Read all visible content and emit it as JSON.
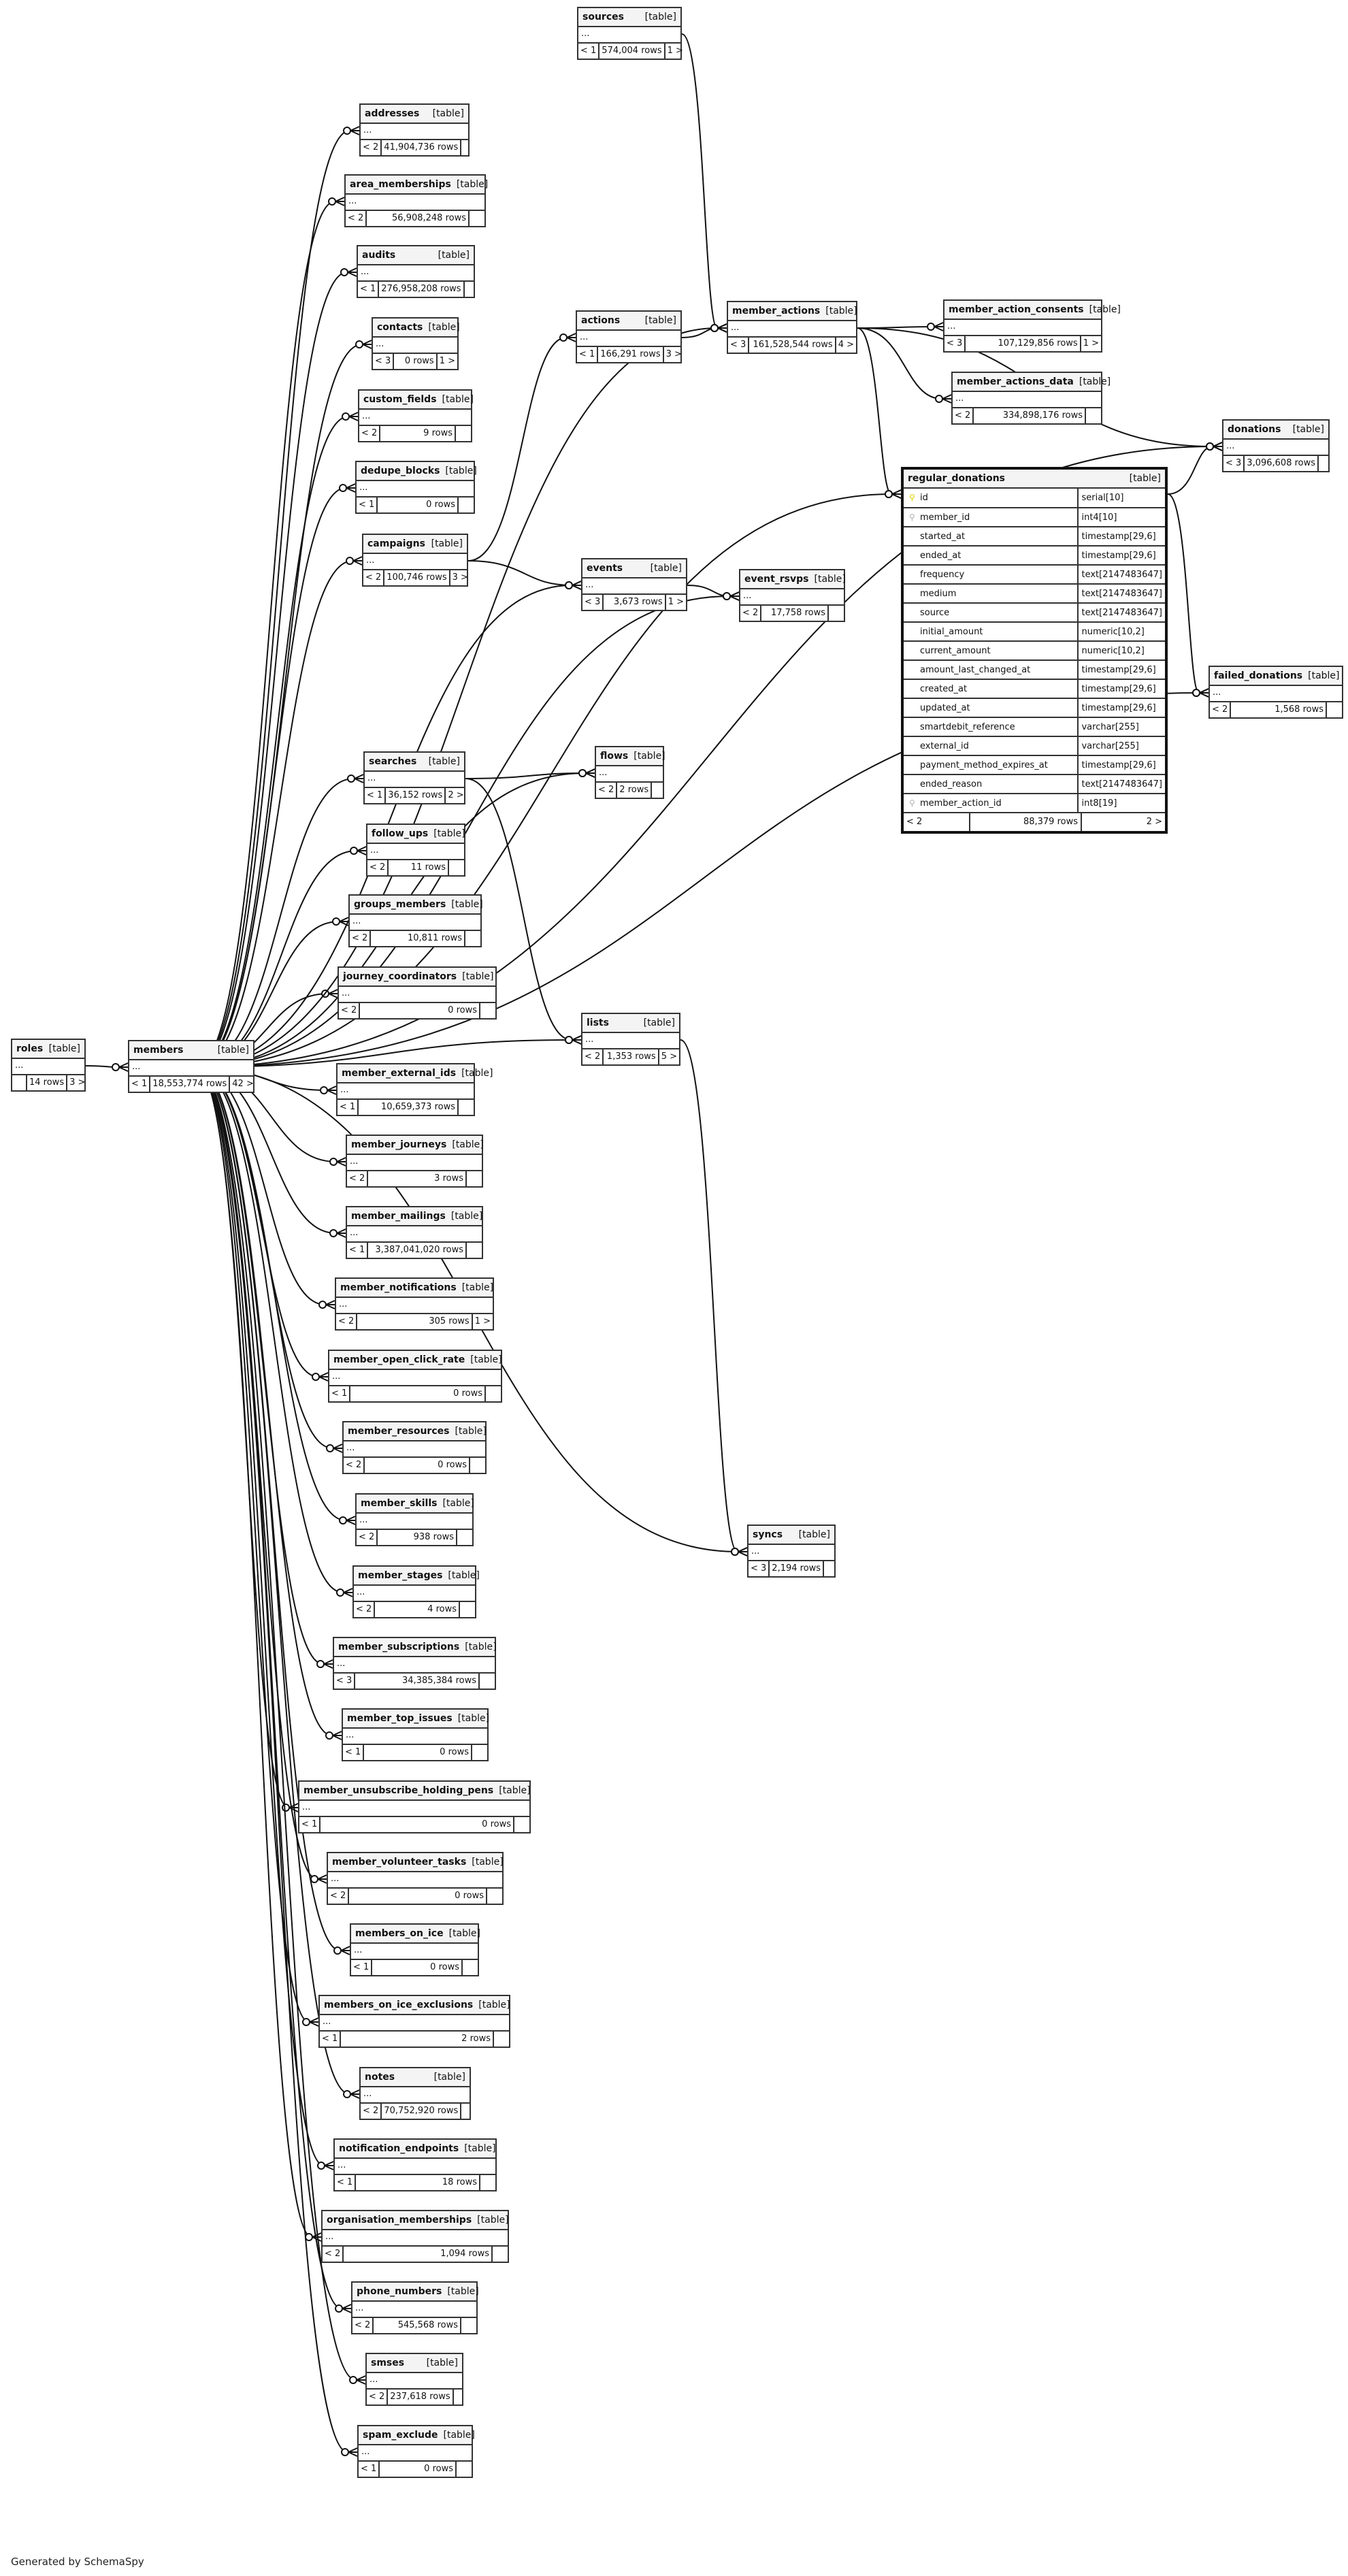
{
  "diagram": {
    "footer": "Generated by SchemaSpy",
    "kind_label": "[table]",
    "ellipsis": "...",
    "tables": [
      {
        "id": "sources",
        "name": "sources",
        "parents": "< 1",
        "rows": "574,004 rows",
        "children": "1 >"
      },
      {
        "id": "addresses",
        "name": "addresses",
        "parents": "< 2",
        "rows": "41,904,736 rows",
        "children": ""
      },
      {
        "id": "area_memberships",
        "name": "area_memberships",
        "parents": "< 2",
        "rows": "56,908,248 rows",
        "children": ""
      },
      {
        "id": "audits",
        "name": "audits",
        "parents": "< 1",
        "rows": "276,958,208 rows",
        "children": ""
      },
      {
        "id": "contacts",
        "name": "contacts",
        "parents": "< 3",
        "rows": "0 rows",
        "children": "1 >"
      },
      {
        "id": "custom_fields",
        "name": "custom_fields",
        "parents": "< 2",
        "rows": "9 rows",
        "children": ""
      },
      {
        "id": "dedupe_blocks",
        "name": "dedupe_blocks",
        "parents": "< 1",
        "rows": "0 rows",
        "children": ""
      },
      {
        "id": "campaigns",
        "name": "campaigns",
        "parents": "< 2",
        "rows": "100,746 rows",
        "children": "3 >"
      },
      {
        "id": "actions",
        "name": "actions",
        "parents": "< 1",
        "rows": "166,291 rows",
        "children": "3 >"
      },
      {
        "id": "member_actions",
        "name": "member_actions",
        "parents": "< 3",
        "rows": "161,528,544 rows",
        "children": "4 >"
      },
      {
        "id": "member_action_consents",
        "name": "member_action_consents",
        "parents": "< 3",
        "rows": "107,129,856 rows",
        "children": "1 >"
      },
      {
        "id": "member_actions_data",
        "name": "member_actions_data",
        "parents": "< 2",
        "rows": "334,898,176 rows",
        "children": ""
      },
      {
        "id": "donations",
        "name": "donations",
        "parents": "< 3",
        "rows": "3,096,608 rows",
        "children": ""
      },
      {
        "id": "events",
        "name": "events",
        "parents": "< 3",
        "rows": "3,673 rows",
        "children": "1 >"
      },
      {
        "id": "event_rsvps",
        "name": "event_rsvps",
        "parents": "< 2",
        "rows": "17,758 rows",
        "children": ""
      },
      {
        "id": "failed_donations",
        "name": "failed_donations",
        "parents": "< 2",
        "rows": "1,568 rows",
        "children": ""
      },
      {
        "id": "searches",
        "name": "searches",
        "parents": "< 1",
        "rows": "36,152 rows",
        "children": "2 >"
      },
      {
        "id": "flows",
        "name": "flows",
        "parents": "< 2",
        "rows": "2 rows",
        "children": ""
      },
      {
        "id": "follow_ups",
        "name": "follow_ups",
        "parents": "< 2",
        "rows": "11 rows",
        "children": ""
      },
      {
        "id": "groups_members",
        "name": "groups_members",
        "parents": "< 2",
        "rows": "10,811 rows",
        "children": ""
      },
      {
        "id": "journey_coordinators",
        "name": "journey_coordinators",
        "parents": "< 2",
        "rows": "0 rows",
        "children": ""
      },
      {
        "id": "roles",
        "name": "roles",
        "parents": "",
        "rows": "14 rows",
        "children": "3 >"
      },
      {
        "id": "members",
        "name": "members",
        "parents": "< 1",
        "rows": "18,553,774 rows",
        "children": "42 >"
      },
      {
        "id": "lists",
        "name": "lists",
        "parents": "< 2",
        "rows": "1,353 rows",
        "children": "5 >"
      },
      {
        "id": "member_external_ids",
        "name": "member_external_ids",
        "parents": "< 1",
        "rows": "10,659,373 rows",
        "children": ""
      },
      {
        "id": "member_journeys",
        "name": "member_journeys",
        "parents": "< 2",
        "rows": "3 rows",
        "children": ""
      },
      {
        "id": "member_mailings",
        "name": "member_mailings",
        "parents": "< 1",
        "rows": "3,387,041,020 rows",
        "children": ""
      },
      {
        "id": "member_notifications",
        "name": "member_notifications",
        "parents": "< 2",
        "rows": "305 rows",
        "children": "1 >"
      },
      {
        "id": "member_open_click_rate",
        "name": "member_open_click_rate",
        "parents": "< 1",
        "rows": "0 rows",
        "children": ""
      },
      {
        "id": "member_resources",
        "name": "member_resources",
        "parents": "< 2",
        "rows": "0 rows",
        "children": ""
      },
      {
        "id": "member_skills",
        "name": "member_skills",
        "parents": "< 2",
        "rows": "938 rows",
        "children": ""
      },
      {
        "id": "member_stages",
        "name": "member_stages",
        "parents": "< 2",
        "rows": "4 rows",
        "children": ""
      },
      {
        "id": "syncs",
        "name": "syncs",
        "parents": "< 3",
        "rows": "2,194 rows",
        "children": ""
      },
      {
        "id": "member_subscriptions",
        "name": "member_subscriptions",
        "parents": "< 3",
        "rows": "34,385,384 rows",
        "children": ""
      },
      {
        "id": "member_top_issues",
        "name": "member_top_issues",
        "parents": "< 1",
        "rows": "0 rows",
        "children": ""
      },
      {
        "id": "member_unsubscribe_holding_pens",
        "name": "member_unsubscribe_holding_pens",
        "parents": "< 1",
        "rows": "0 rows",
        "children": ""
      },
      {
        "id": "member_volunteer_tasks",
        "name": "member_volunteer_tasks",
        "parents": "< 2",
        "rows": "0 rows",
        "children": ""
      },
      {
        "id": "members_on_ice",
        "name": "members_on_ice",
        "parents": "< 1",
        "rows": "0 rows",
        "children": ""
      },
      {
        "id": "members_on_ice_exclusions",
        "name": "members_on_ice_exclusions",
        "parents": "< 1",
        "rows": "2 rows",
        "children": ""
      },
      {
        "id": "notes",
        "name": "notes",
        "parents": "< 2",
        "rows": "70,752,920 rows",
        "children": ""
      },
      {
        "id": "notification_endpoints",
        "name": "notification_endpoints",
        "parents": "< 1",
        "rows": "18 rows",
        "children": ""
      },
      {
        "id": "organisation_memberships",
        "name": "organisation_memberships",
        "parents": "< 2",
        "rows": "1,094 rows",
        "children": ""
      },
      {
        "id": "phone_numbers",
        "name": "phone_numbers",
        "parents": "< 2",
        "rows": "545,568 rows",
        "children": ""
      },
      {
        "id": "smses",
        "name": "smses",
        "parents": "< 2",
        "rows": "237,618 rows",
        "children": ""
      },
      {
        "id": "spam_exclude",
        "name": "spam_exclude",
        "parents": "< 1",
        "rows": "0 rows",
        "children": ""
      }
    ],
    "focus_table": {
      "name": "regular_donations",
      "parents": "< 2",
      "rows": "88,379 rows",
      "children": "2 >",
      "columns": [
        {
          "name": "id",
          "type": "serial[10]",
          "key": "primary-key"
        },
        {
          "name": "member_id",
          "type": "int4[10]",
          "key": "foreign-key"
        },
        {
          "name": "started_at",
          "type": "timestamp[29,6]",
          "key": ""
        },
        {
          "name": "ended_at",
          "type": "timestamp[29,6]",
          "key": ""
        },
        {
          "name": "frequency",
          "type": "text[2147483647]",
          "key": ""
        },
        {
          "name": "medium",
          "type": "text[2147483647]",
          "key": ""
        },
        {
          "name": "source",
          "type": "text[2147483647]",
          "key": ""
        },
        {
          "name": "initial_amount",
          "type": "numeric[10,2]",
          "key": ""
        },
        {
          "name": "current_amount",
          "type": "numeric[10,2]",
          "key": ""
        },
        {
          "name": "amount_last_changed_at",
          "type": "timestamp[29,6]",
          "key": ""
        },
        {
          "name": "created_at",
          "type": "timestamp[29,6]",
          "key": ""
        },
        {
          "name": "updated_at",
          "type": "timestamp[29,6]",
          "key": ""
        },
        {
          "name": "smartdebit_reference",
          "type": "varchar[255]",
          "key": ""
        },
        {
          "name": "external_id",
          "type": "varchar[255]",
          "key": ""
        },
        {
          "name": "payment_method_expires_at",
          "type": "timestamp[29,6]",
          "key": ""
        },
        {
          "name": "ended_reason",
          "type": "text[2147483647]",
          "key": ""
        },
        {
          "name": "member_action_id",
          "type": "int8[19]",
          "key": "foreign-key"
        }
      ]
    },
    "relationships": [
      [
        "roles",
        "members"
      ],
      [
        "members",
        "addresses"
      ],
      [
        "members",
        "area_memberships"
      ],
      [
        "members",
        "audits"
      ],
      [
        "members",
        "contacts"
      ],
      [
        "members",
        "custom_fields"
      ],
      [
        "members",
        "dedupe_blocks"
      ],
      [
        "members",
        "campaigns"
      ],
      [
        "members",
        "events"
      ],
      [
        "members",
        "event_rsvps"
      ],
      [
        "members",
        "searches"
      ],
      [
        "members",
        "follow_ups"
      ],
      [
        "members",
        "groups_members"
      ],
      [
        "members",
        "journey_coordinators"
      ],
      [
        "members",
        "lists"
      ],
      [
        "members",
        "member_external_ids"
      ],
      [
        "members",
        "member_journeys"
      ],
      [
        "members",
        "member_mailings"
      ],
      [
        "members",
        "member_notifications"
      ],
      [
        "members",
        "member_open_click_rate"
      ],
      [
        "members",
        "member_resources"
      ],
      [
        "members",
        "member_skills"
      ],
      [
        "members",
        "member_stages"
      ],
      [
        "members",
        "member_subscriptions"
      ],
      [
        "members",
        "member_top_issues"
      ],
      [
        "members",
        "member_unsubscribe_holding_pens"
      ],
      [
        "members",
        "member_volunteer_tasks"
      ],
      [
        "members",
        "members_on_ice"
      ],
      [
        "members",
        "members_on_ice_exclusions"
      ],
      [
        "members",
        "notes"
      ],
      [
        "members",
        "notification_endpoints"
      ],
      [
        "members",
        "organisation_memberships"
      ],
      [
        "members",
        "phone_numbers"
      ],
      [
        "members",
        "smses"
      ],
      [
        "members",
        "spam_exclude"
      ],
      [
        "members",
        "member_actions"
      ],
      [
        "members",
        "donations"
      ],
      [
        "members",
        "regular_donations"
      ],
      [
        "members",
        "syncs"
      ],
      [
        "members",
        "flows"
      ],
      [
        "members",
        "failed_donations"
      ],
      [
        "sources",
        "member_actions"
      ],
      [
        "campaigns",
        "actions"
      ],
      [
        "campaigns",
        "events"
      ],
      [
        "actions",
        "member_actions"
      ],
      [
        "member_actions",
        "member_action_consents"
      ],
      [
        "member_actions",
        "member_actions_data"
      ],
      [
        "member_actions",
        "donations"
      ],
      [
        "member_actions",
        "regular_donations"
      ],
      [
        "events",
        "event_rsvps"
      ],
      [
        "searches",
        "flows"
      ],
      [
        "searches",
        "lists"
      ],
      [
        "lists",
        "syncs"
      ],
      [
        "regular_donations",
        "donations"
      ],
      [
        "regular_donations",
        "failed_donations"
      ]
    ]
  }
}
